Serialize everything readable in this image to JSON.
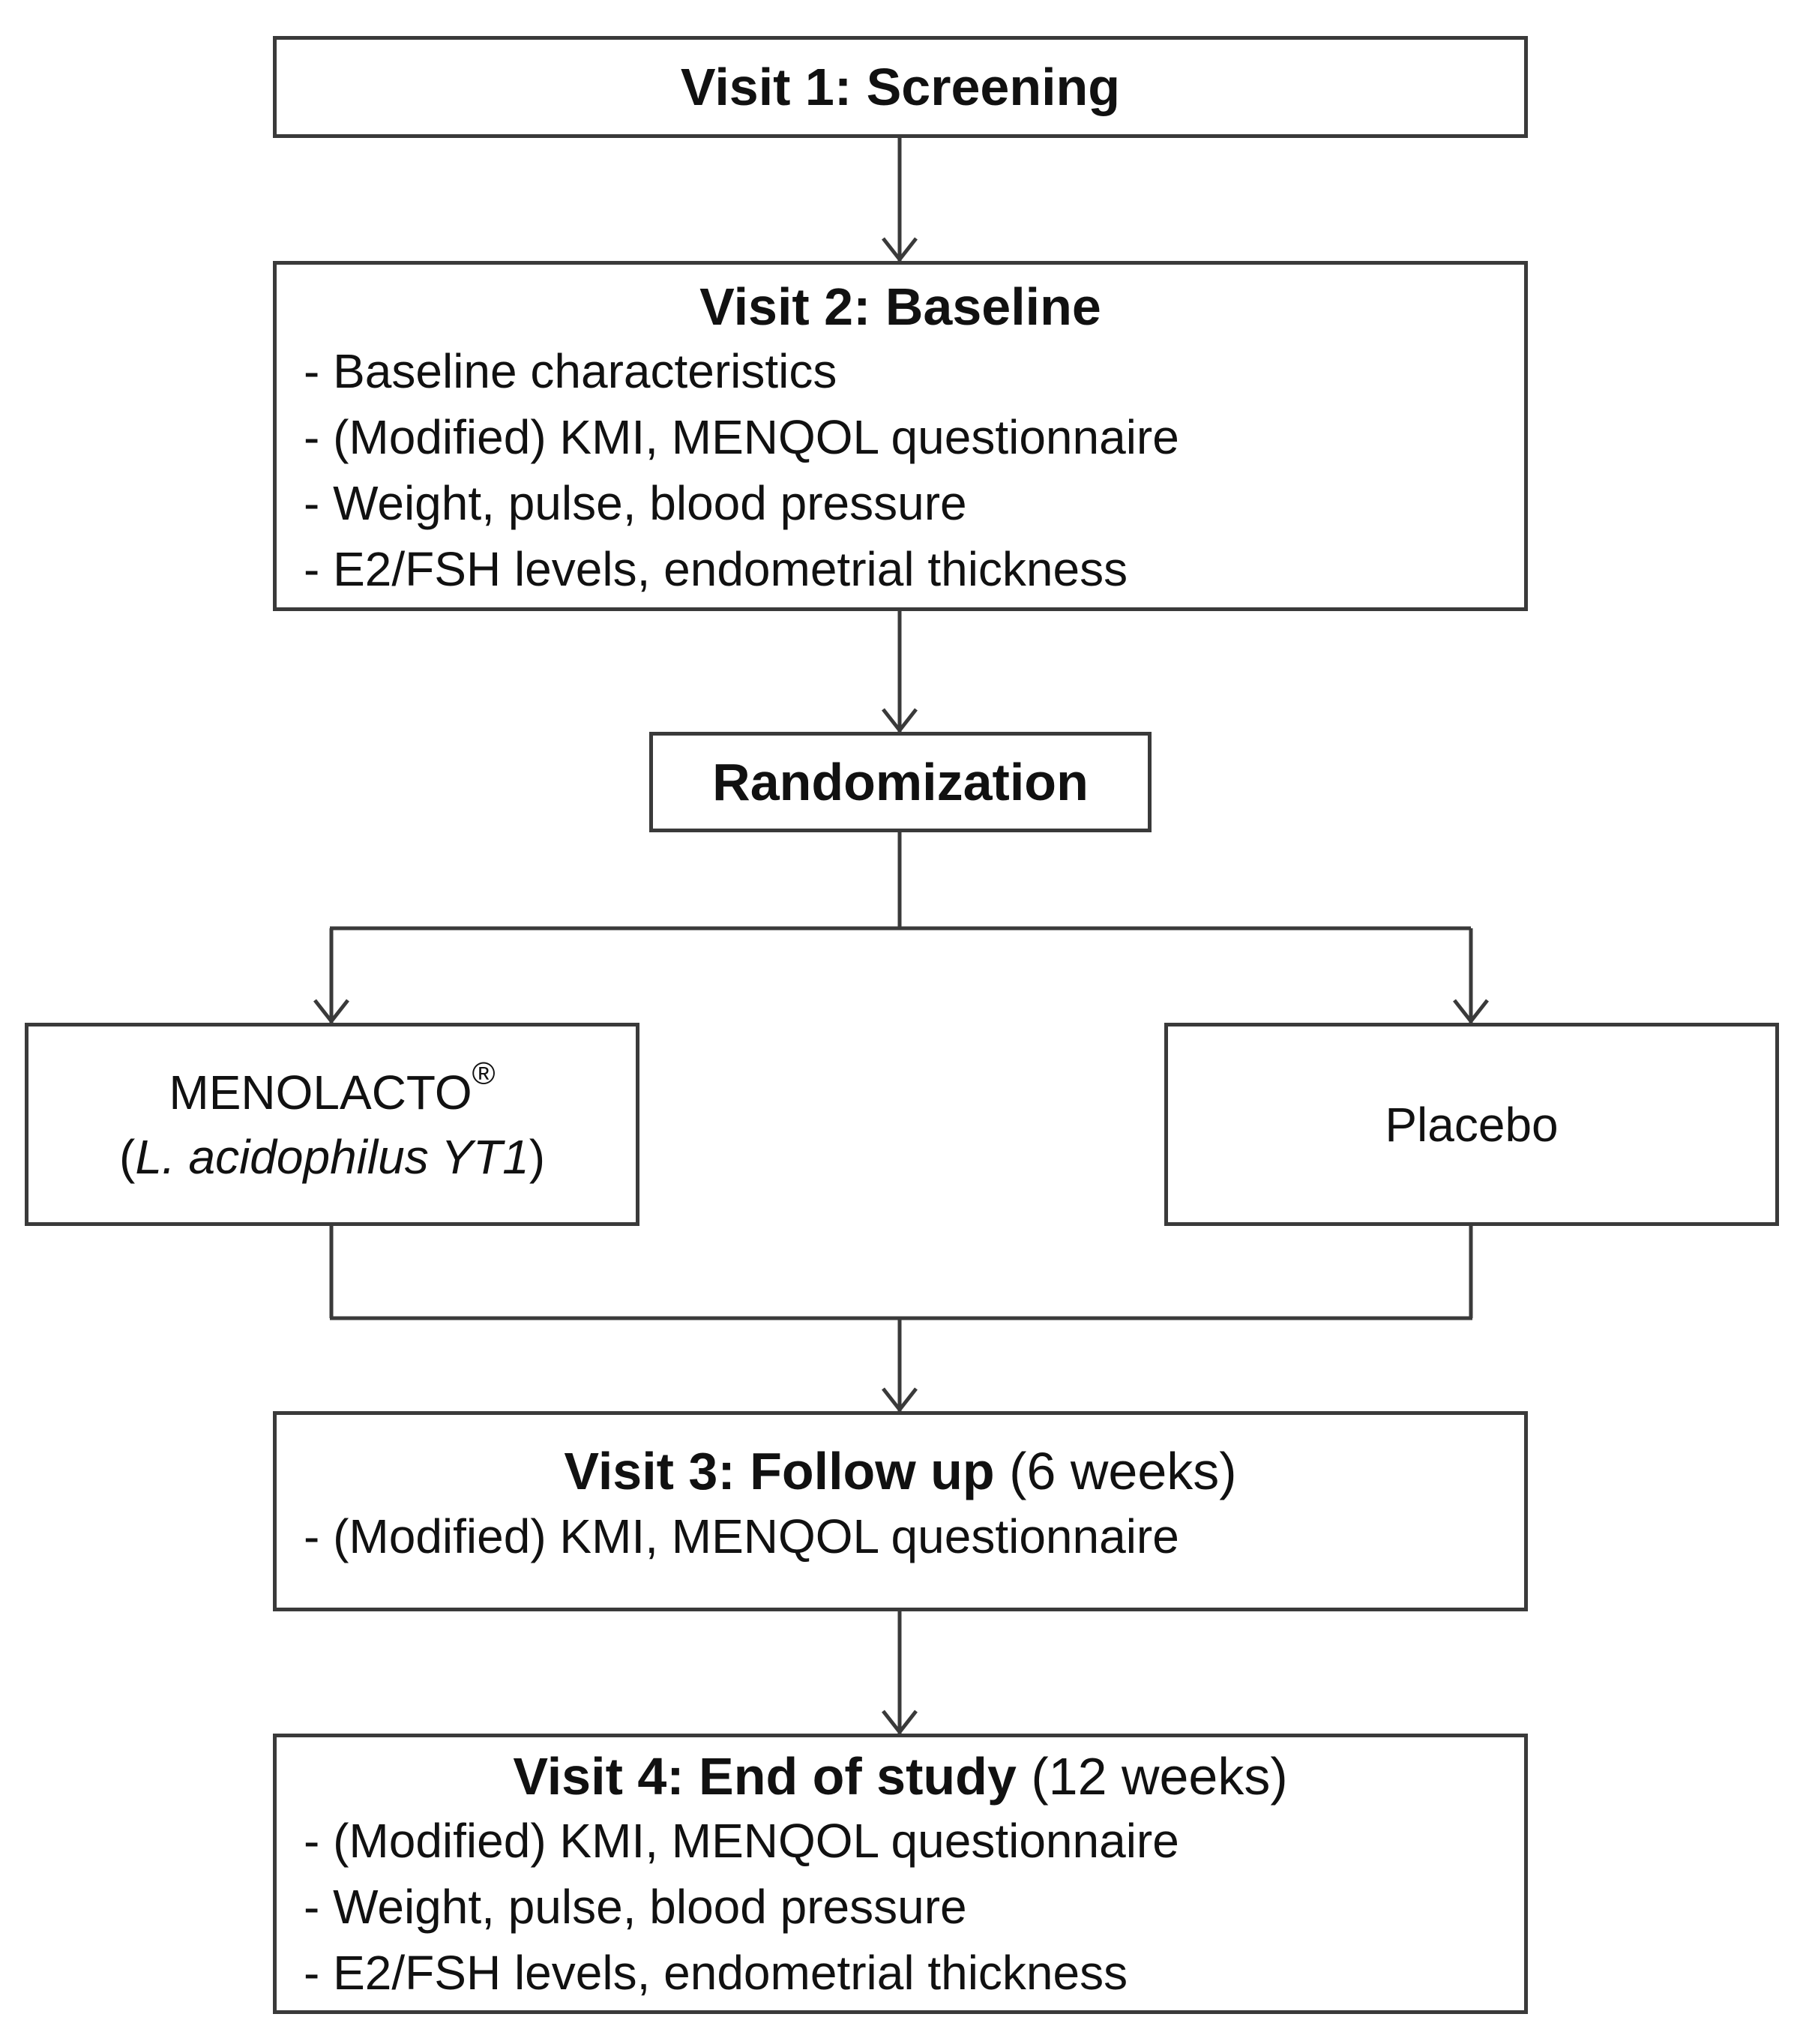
{
  "visit1": {
    "title": "Visit 1: Screening"
  },
  "visit2": {
    "title": "Visit 2: Baseline",
    "items": [
      "- Baseline characteristics",
      "- (Modified) KMI, MENQOL questionnaire",
      "- Weight, pulse, blood pressure",
      "- E2/FSH levels, endometrial thickness"
    ]
  },
  "randomization": {
    "title": "Randomization"
  },
  "arm_treatment": {
    "name": "MENOLACTO",
    "trademark": "®",
    "paren_open": "(",
    "strain": "L. acidophilus YT1",
    "paren_close": ")"
  },
  "arm_placebo": {
    "name": "Placebo"
  },
  "visit3": {
    "title": "Visit 3: Follow up",
    "timing": "(6 weeks)",
    "items": [
      "- (Modified) KMI, MENQOL questionnaire"
    ]
  },
  "visit4": {
    "title": "Visit 4: End of study",
    "timing": "(12 weeks)",
    "items": [
      "- (Modified) KMI, MENQOL questionnaire",
      "- Weight, pulse, blood pressure",
      "- E2/FSH levels, endometrial thickness"
    ]
  },
  "colors": {
    "stroke": "#3a3a3a",
    "text": "#111111",
    "background": "#ffffff"
  }
}
